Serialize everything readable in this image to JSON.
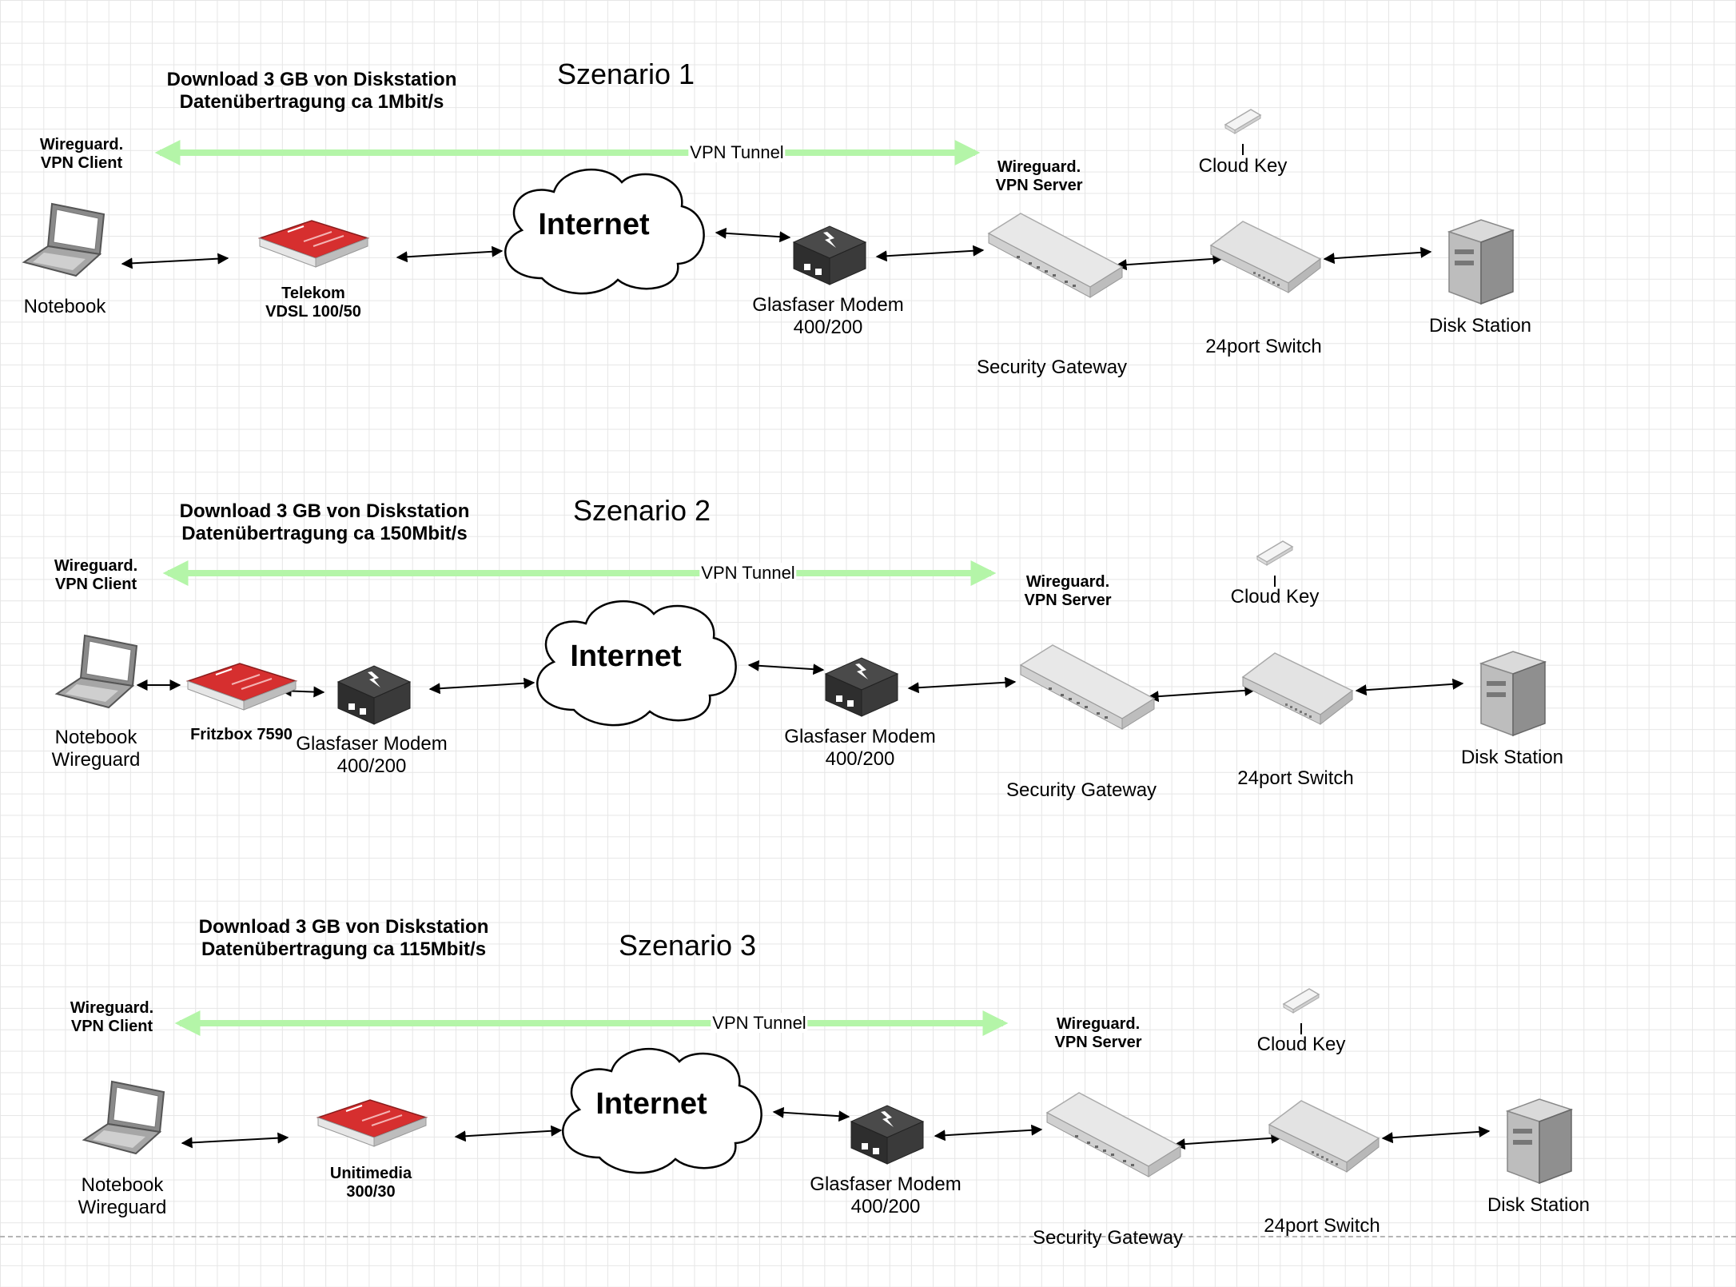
{
  "scenarios": [
    {
      "title": "Szenario 1",
      "download_line1": "Download 3 GB von Diskstation",
      "download_line2": "Datenübertragung ca 1Mbit/s",
      "client_line1": "Wireguard.",
      "client_line2": "VPN Client",
      "tunnel_label": "VPN Tunnel",
      "notebook_line1": "Notebook",
      "notebook_line2": "",
      "router_line1": "Telekom",
      "router_line2": "VDSL 100/50",
      "cloud_label": "Internet",
      "modem_line1": "Glasfaser Modem",
      "modem_line2": "400/200",
      "server_line1": "Wireguard.",
      "server_line2": "VPN Server",
      "gateway_label": "Security Gateway",
      "cloudkey_label": "Cloud Key",
      "switch_label": "24port Switch",
      "disk_label": "Disk Station"
    },
    {
      "title": "Szenario 2",
      "download_line1": "Download 3 GB von Diskstation",
      "download_line2": "Datenübertragung ca 150Mbit/s",
      "client_line1": "Wireguard.",
      "client_line2": "VPN Client",
      "tunnel_label": "VPN Tunnel",
      "notebook_line1": "Notebook",
      "notebook_line2": "Wireguard",
      "router_label": "Fritzbox 7590",
      "local_modem_line1": "Glasfaser Modem",
      "local_modem_line2": "400/200",
      "cloud_label": "Internet",
      "modem_line1": "Glasfaser Modem",
      "modem_line2": "400/200",
      "server_line1": "Wireguard.",
      "server_line2": "VPN Server",
      "gateway_label": "Security Gateway",
      "cloudkey_label": "Cloud Key",
      "switch_label": "24port Switch",
      "disk_label": "Disk Station"
    },
    {
      "title": "Szenario 3",
      "download_line1": "Download 3 GB von Diskstation",
      "download_line2": "Datenübertragung ca 115Mbit/s",
      "client_line1": "Wireguard.",
      "client_line2": "VPN Client",
      "tunnel_label": "VPN Tunnel",
      "notebook_line1": "Notebook",
      "notebook_line2": "Wireguard",
      "router_line1": "Unitimedia",
      "router_line2": "300/30",
      "cloud_label": "Internet",
      "modem_line1": "Glasfaser Modem",
      "modem_line2": "400/200",
      "server_line1": "Wireguard.",
      "server_line2": "VPN Server",
      "gateway_label": "Security Gateway",
      "cloudkey_label": "Cloud Key",
      "switch_label": "24port Switch",
      "disk_label": "Disk Station"
    }
  ],
  "colors": {
    "tunnel": "#b4f5a8",
    "grid": "#e6e6e6",
    "router_red": "#d62f2f",
    "modem_dark": "#333333",
    "device_gray": "#d9d9d9"
  }
}
